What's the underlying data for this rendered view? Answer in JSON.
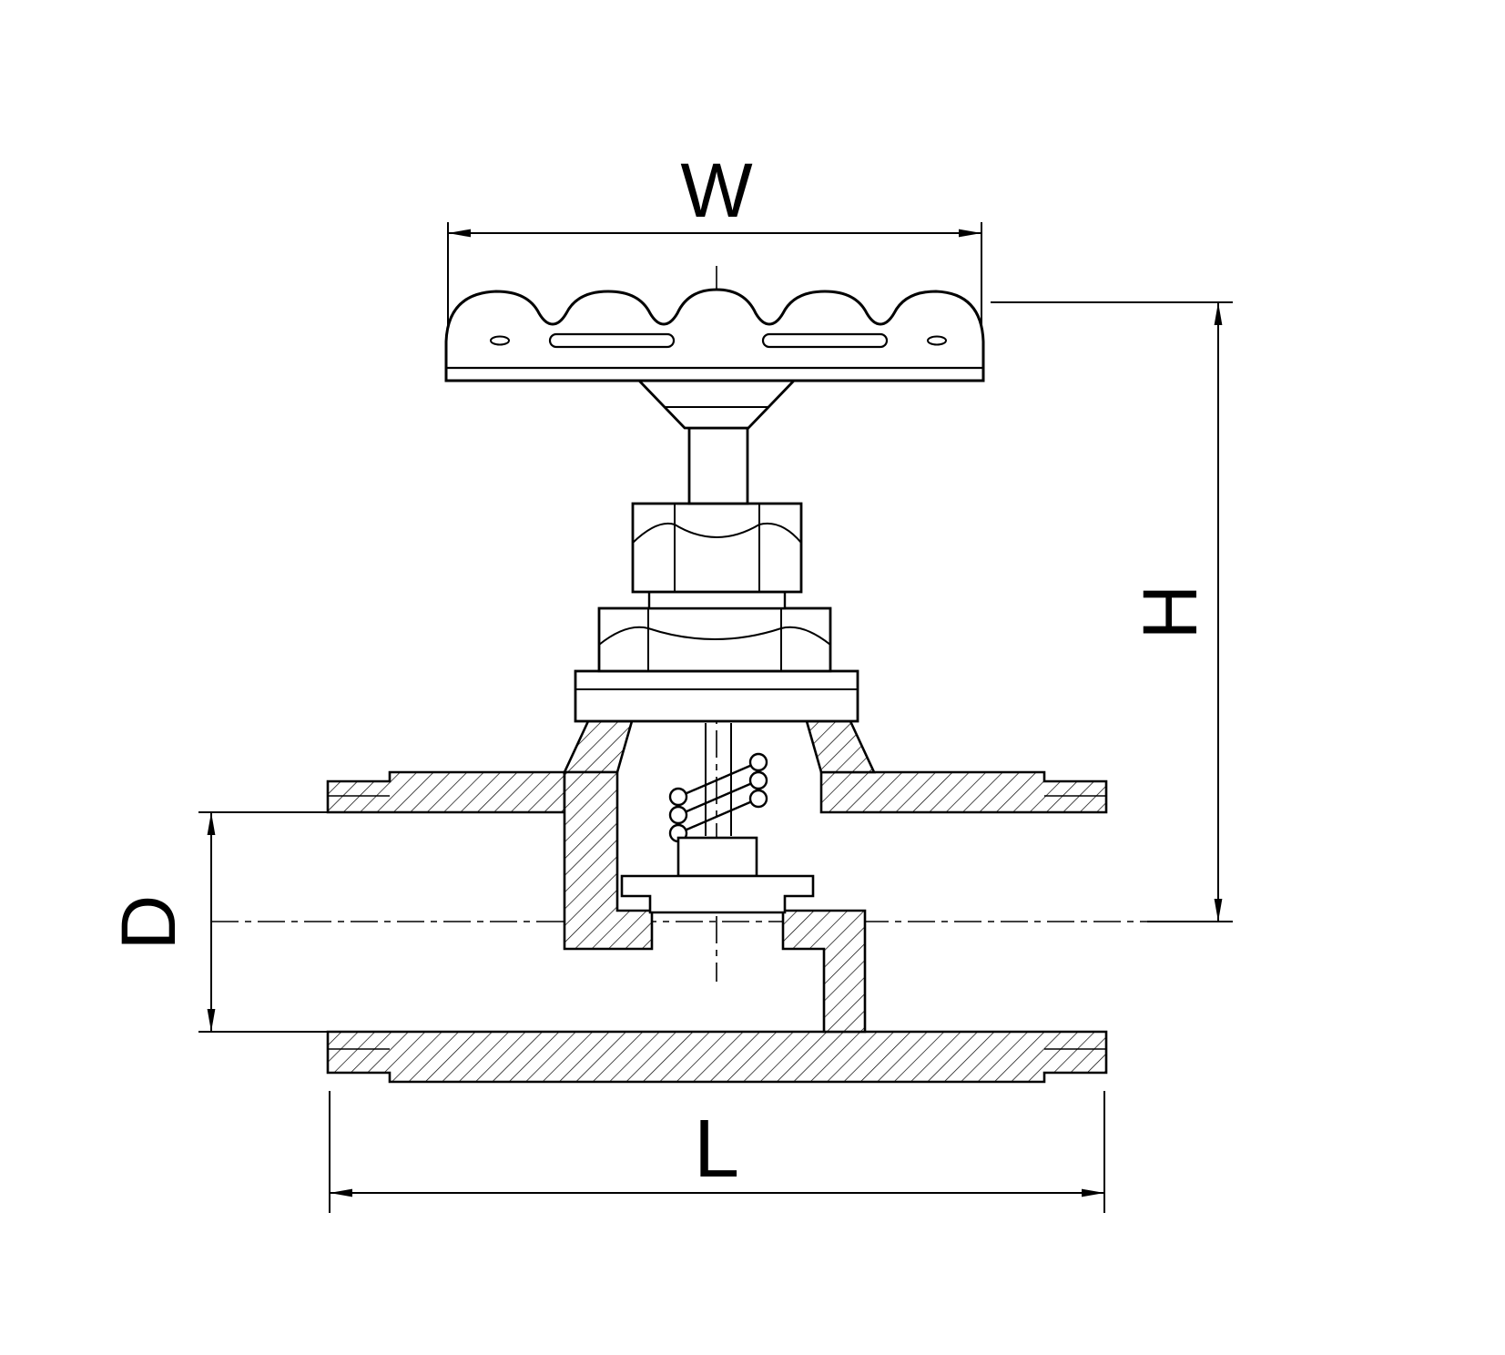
{
  "page": {
    "background": "#ffffff"
  },
  "drawing": {
    "subject": "globe-valve-cross-section-technical-drawing",
    "stroke_color": "#000000",
    "dim_labels": {
      "w": "W",
      "h": "H",
      "d": "D",
      "l": "L"
    }
  }
}
